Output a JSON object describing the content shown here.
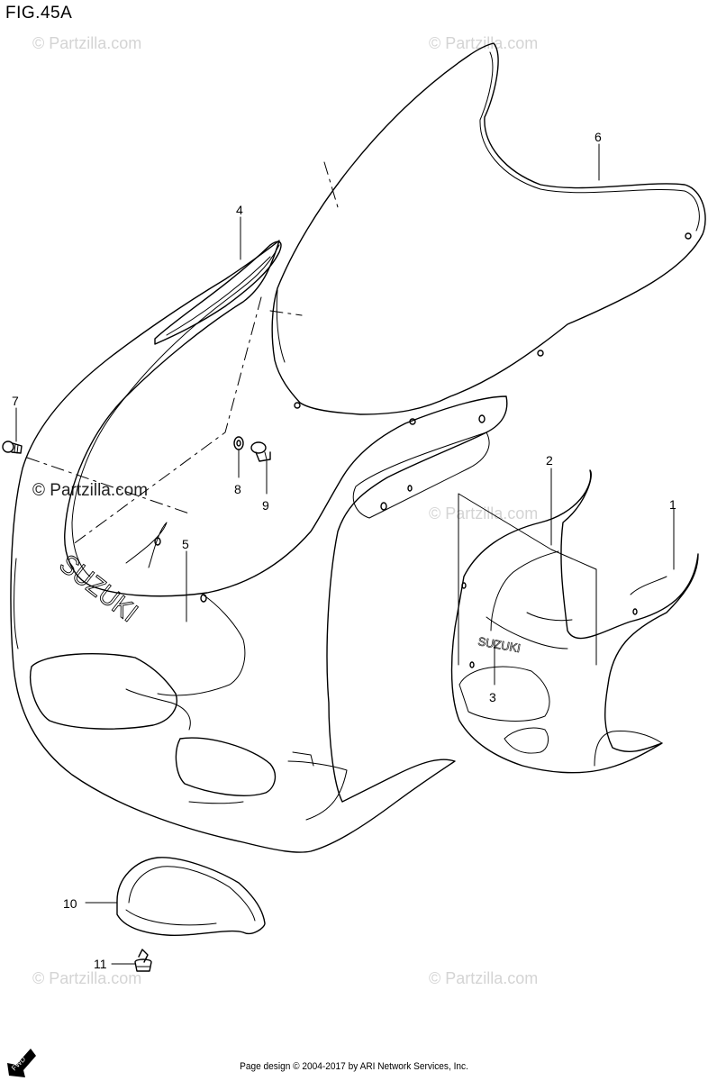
{
  "figure": {
    "title": "FIG.45A"
  },
  "watermarks": {
    "text": "© Partzilla.com",
    "emphasized_text": "© Partzilla.com"
  },
  "callouts": [
    {
      "id": "1",
      "label": "1"
    },
    {
      "id": "2",
      "label": "2"
    },
    {
      "id": "3",
      "label": "3"
    },
    {
      "id": "4",
      "label": "4"
    },
    {
      "id": "5",
      "label": "5"
    },
    {
      "id": "6",
      "label": "6"
    },
    {
      "id": "7",
      "label": "7"
    },
    {
      "id": "8",
      "label": "8"
    },
    {
      "id": "9",
      "label": "9"
    },
    {
      "id": "10",
      "label": "10"
    },
    {
      "id": "11",
      "label": "11"
    }
  ],
  "brand_text": {
    "main_cowl": "SUZUKI",
    "small_cowl": "SUZUKI"
  },
  "fwd_badge": {
    "label": "FWD"
  },
  "footer": {
    "text": "Page design © 2004-2017 by ARI Network Services, Inc."
  }
}
